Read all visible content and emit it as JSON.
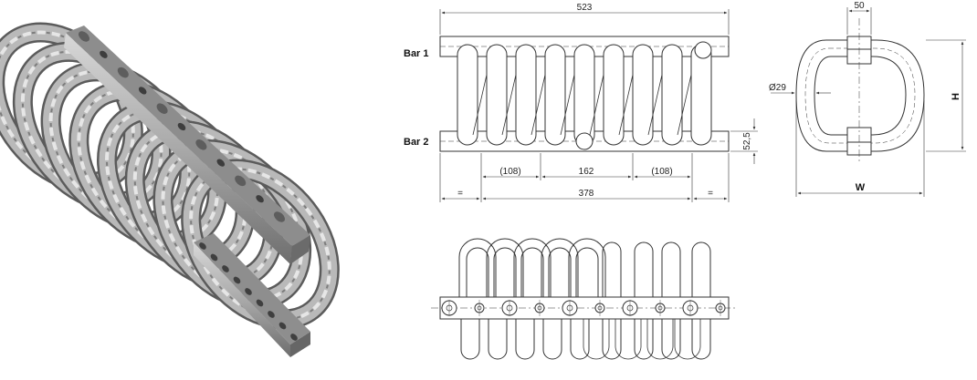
{
  "front_view": {
    "bar1_label": "Bar 1",
    "bar2_label": "Bar 2",
    "overall_length": "523",
    "bar_height": "52,5",
    "pitch_left": "(108)",
    "pitch_mid": "162",
    "pitch_right": "(108)",
    "mount_span": "378",
    "equal_left": "=",
    "equal_right": "="
  },
  "side_view": {
    "bar_width": "50",
    "cable_diameter": "Ø29",
    "height_label": "H",
    "width_label": "W"
  },
  "colors": {
    "line": "#333333",
    "metal": "#9a9a9a"
  }
}
